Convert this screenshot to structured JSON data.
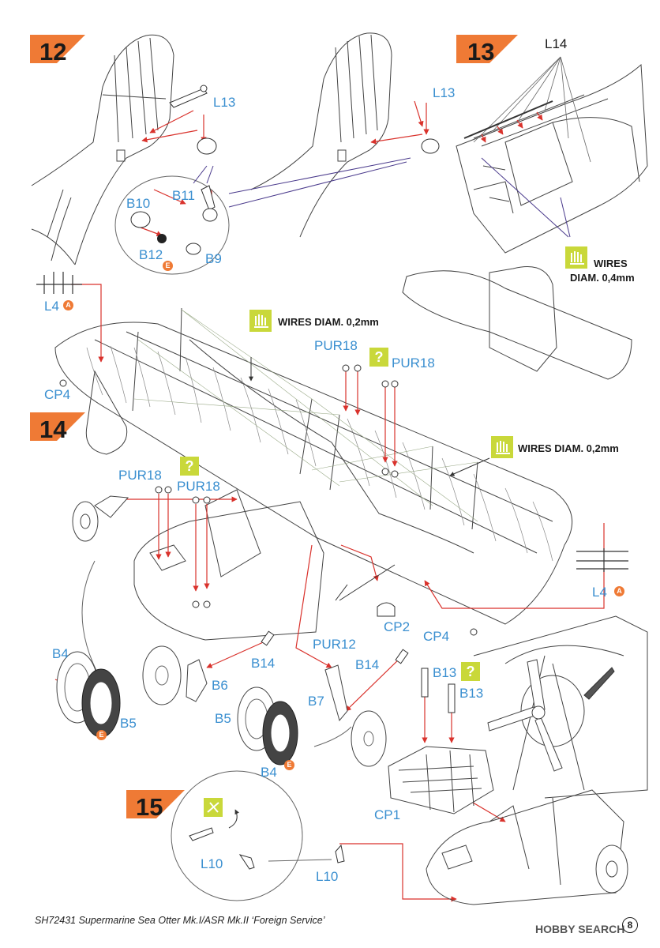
{
  "steps": [
    {
      "number": "12"
    },
    {
      "number": "13"
    },
    {
      "number": "14"
    },
    {
      "number": "15"
    }
  ],
  "part_labels": {
    "l13_a": "L13",
    "l13_b": "L13",
    "b10": "B10",
    "b11": "B11",
    "b12": "B12",
    "b9": "B9",
    "l14": "L14",
    "l4_a": "L4",
    "cp4_a": "CP4",
    "pur18_a": "PUR18",
    "pur18_b": "PUR18",
    "pur18_c": "PUR18",
    "pur18_d": "PUR18",
    "l4_b": "L4",
    "cp2": "CP2",
    "cp4_b": "CP4",
    "pur12": "PUR12",
    "b14_a": "B14",
    "b14_b": "B14",
    "b4_a": "B4",
    "b5_a": "B5",
    "b6": "B6",
    "b7": "B7",
    "b5_b": "B5",
    "b4_b": "B4",
    "b13_a": "B13",
    "b13_b": "B13",
    "cp1": "CP1",
    "l10_a": "L10",
    "l10_b": "L10"
  },
  "notes": {
    "wires_04_line1": "WIRES",
    "wires_04_line2": "DIAM. 0,4mm",
    "wires_02_a": "WIRES DIAM. 0,2mm",
    "wires_02_b": "WIRES DIAM. 0,2mm"
  },
  "badges": {
    "e": "E",
    "a": "A",
    "question": "?"
  },
  "footer": {
    "text": "SH72431 Supermarine Sea Otter Mk.I/ASR Mk.II ‘Foreign Service’",
    "watermark": "HOBBY SEARCH",
    "page_number": "8"
  },
  "colors": {
    "step_banner": "#ef7a35",
    "label_blue": "#3a8fd0",
    "arrow_red": "#d9322c",
    "callout_purple": "#4a3a8c",
    "hand_icon_bg": "#c9d83a"
  }
}
